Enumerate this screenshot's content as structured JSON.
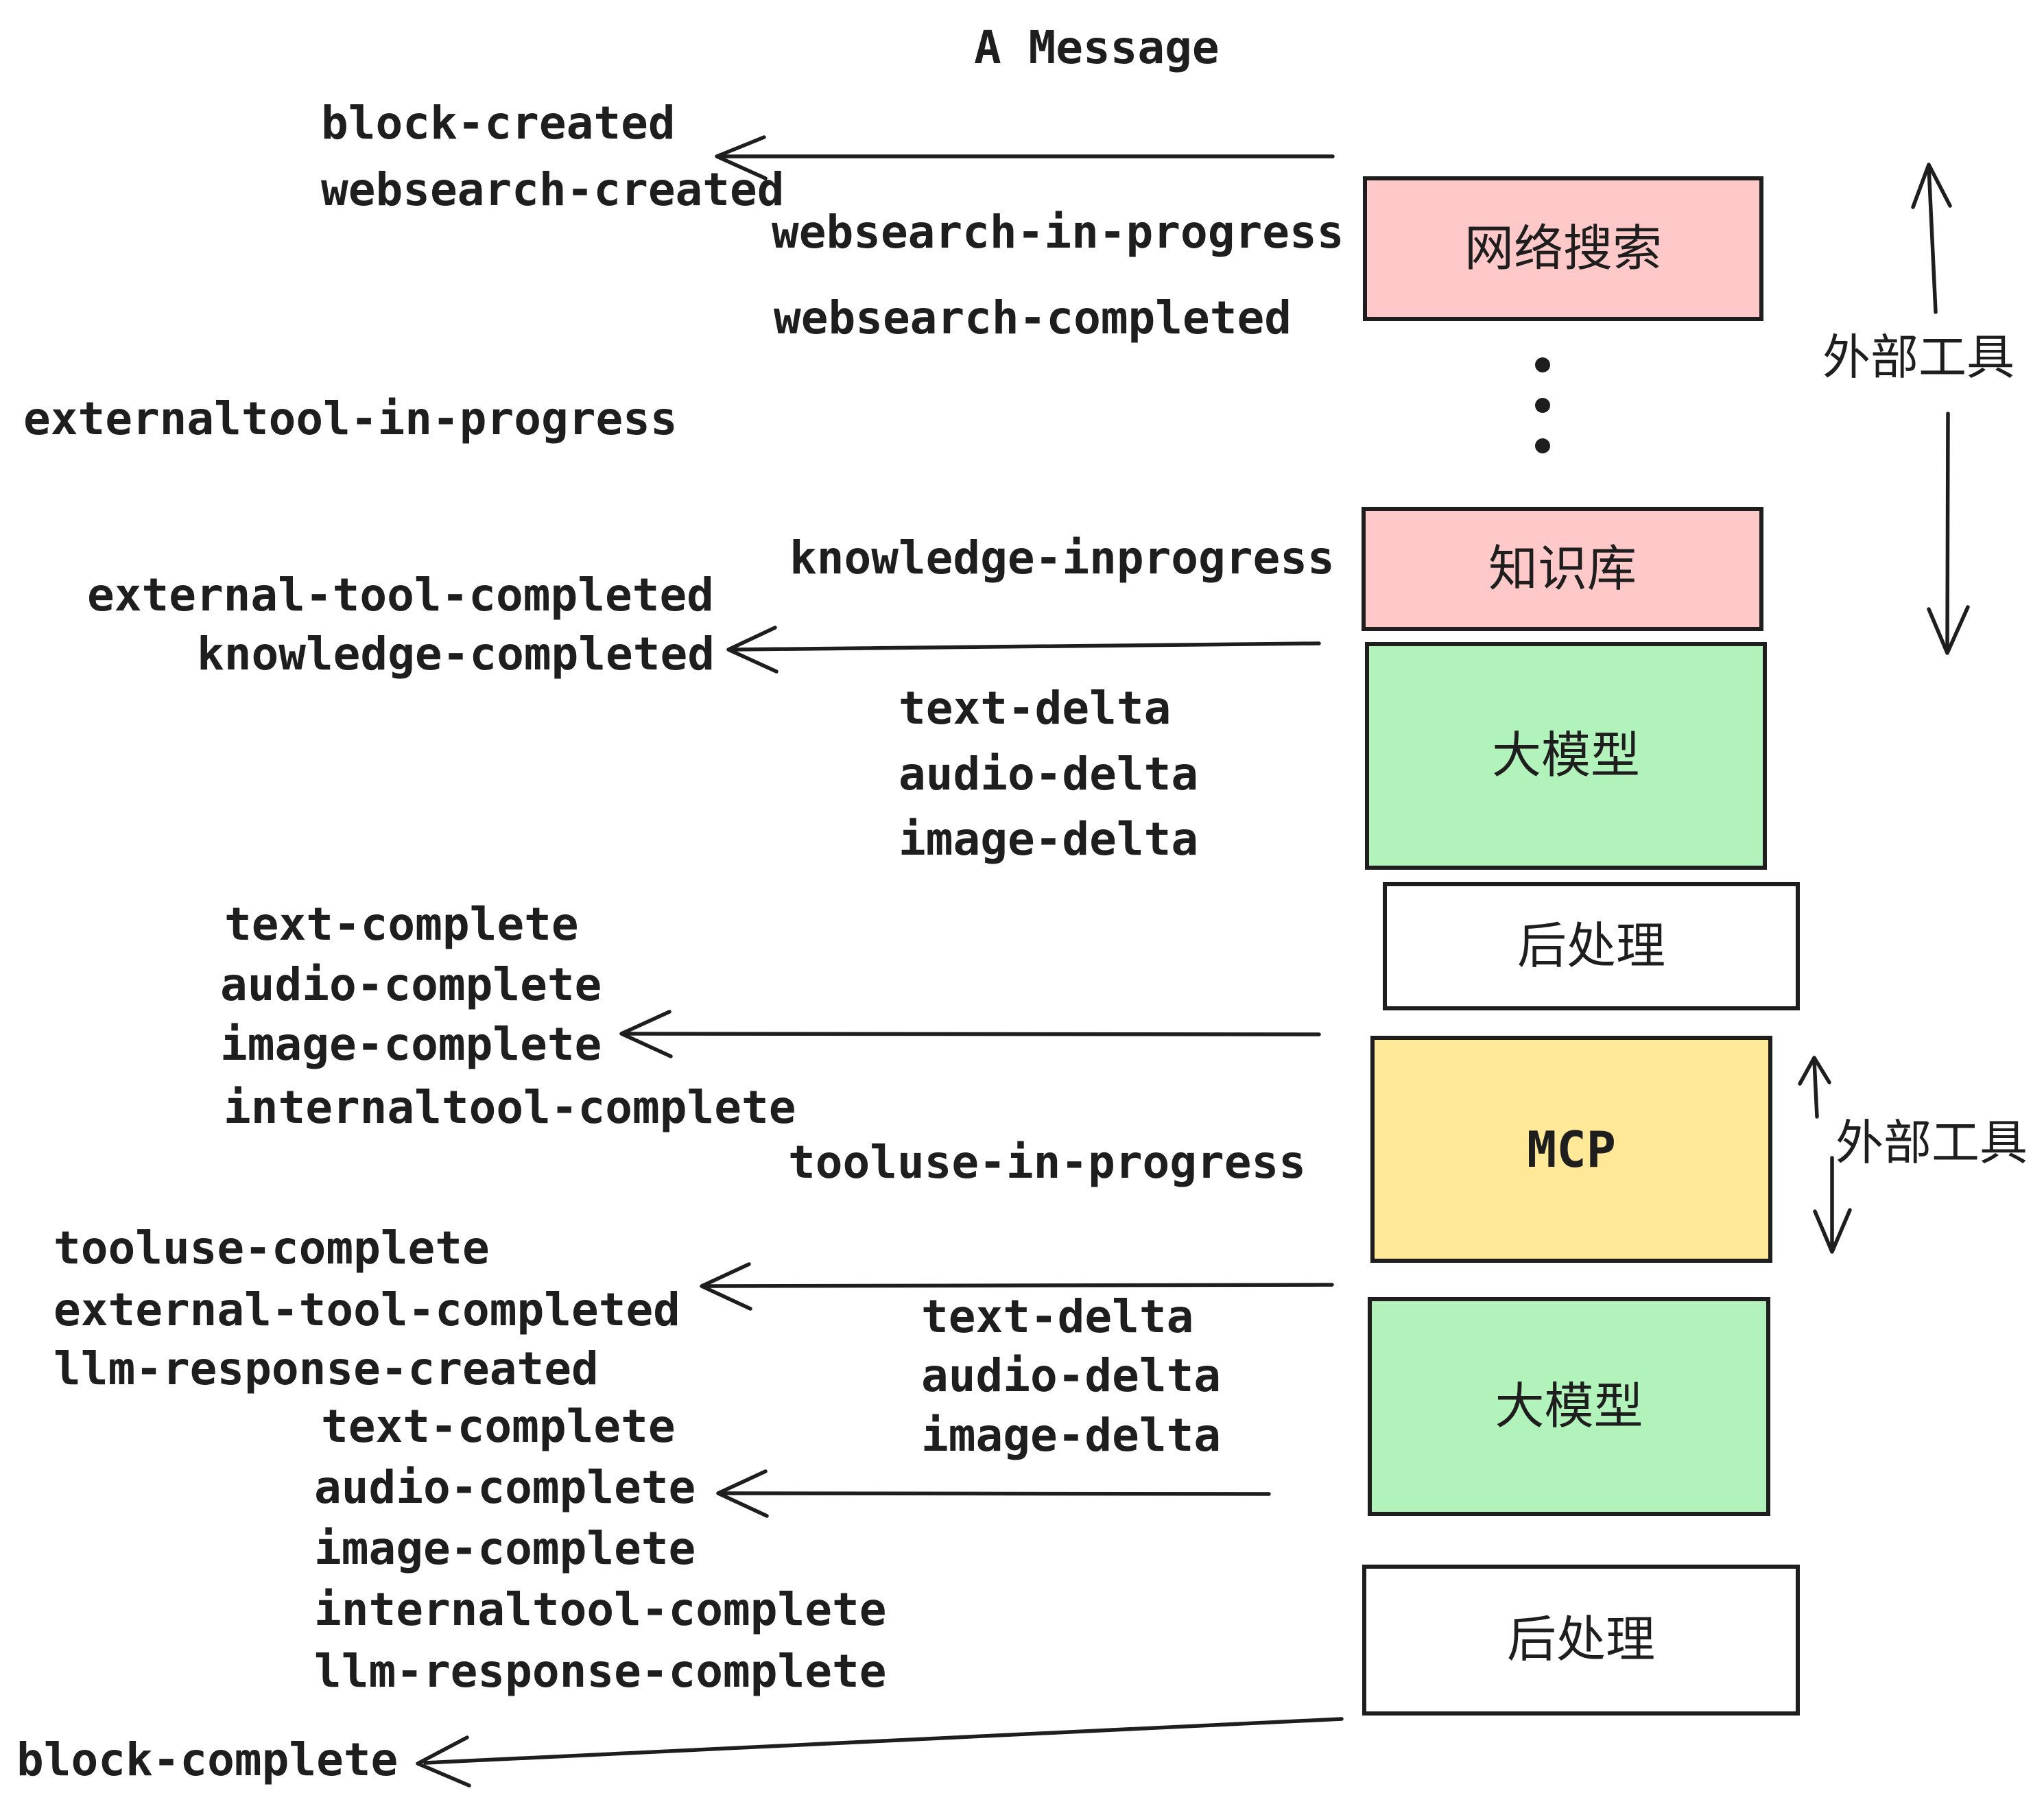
{
  "title": "A Message",
  "colors": {
    "ink": "#1e1e1e",
    "background": "#ffffff",
    "pink_node": "#ffc9c9",
    "green_node": "#b2f2bb",
    "yellow_node": "#ffe999",
    "white_node": "#ffffff"
  },
  "boxes": [
    {
      "id": "websearch",
      "label": "网络搜索",
      "color": "#ffc9c9"
    },
    {
      "id": "knowledge",
      "label": "知识库",
      "color": "#ffc9c9"
    },
    {
      "id": "llm-1",
      "label": "大模型",
      "color": "#b2f2bb"
    },
    {
      "id": "postprocess-1",
      "label": "后处理",
      "color": "#ffffff"
    },
    {
      "id": "mcp",
      "label": "MCP",
      "color": "#ffe999"
    },
    {
      "id": "llm-2",
      "label": "大模型",
      "color": "#b2f2bb"
    },
    {
      "id": "postprocess-2",
      "label": "后处理",
      "color": "#ffffff"
    }
  ],
  "side_labels": {
    "external_tools_top": "外部工具",
    "external_tools_bottom": "外部工具"
  },
  "events": [
    {
      "id": "block-created",
      "text": "block-created"
    },
    {
      "id": "websearch-created",
      "text": "websearch-created"
    },
    {
      "id": "websearch-in-progress",
      "text": "websearch-in-progress"
    },
    {
      "id": "websearch-completed",
      "text": "websearch-completed"
    },
    {
      "id": "externaltool-in-progress",
      "text": "externaltool-in-progress"
    },
    {
      "id": "knowledge-inprogress",
      "text": "knowledge-inprogress"
    },
    {
      "id": "external-tool-completed-1",
      "text": "external-tool-completed"
    },
    {
      "id": "knowledge-completed",
      "text": "knowledge-completed"
    },
    {
      "id": "text-delta-1",
      "text": "text-delta"
    },
    {
      "id": "audio-delta-1",
      "text": "audio-delta"
    },
    {
      "id": "image-delta-1",
      "text": "image-delta"
    },
    {
      "id": "text-complete-1",
      "text": "text-complete"
    },
    {
      "id": "audio-complete-1",
      "text": "audio-complete"
    },
    {
      "id": "image-complete-1",
      "text": "image-complete"
    },
    {
      "id": "internaltool-complete-1",
      "text": "internaltool-complete"
    },
    {
      "id": "tooluse-in-progress",
      "text": "tooluse-in-progress"
    },
    {
      "id": "tooluse-complete",
      "text": "tooluse-complete"
    },
    {
      "id": "external-tool-completed-2",
      "text": "external-tool-completed"
    },
    {
      "id": "llm-response-created",
      "text": "llm-response-created"
    },
    {
      "id": "text-delta-2",
      "text": "text-delta"
    },
    {
      "id": "audio-delta-2",
      "text": "audio-delta"
    },
    {
      "id": "image-delta-2",
      "text": "image-delta"
    },
    {
      "id": "text-complete-2",
      "text": "text-complete"
    },
    {
      "id": "audio-complete-2",
      "text": "audio-complete"
    },
    {
      "id": "image-complete-2",
      "text": "image-complete"
    },
    {
      "id": "internaltool-complete-2",
      "text": "internaltool-complete"
    },
    {
      "id": "llm-response-complete",
      "text": "llm-response-complete"
    },
    {
      "id": "block-complete",
      "text": "block-complete"
    }
  ]
}
